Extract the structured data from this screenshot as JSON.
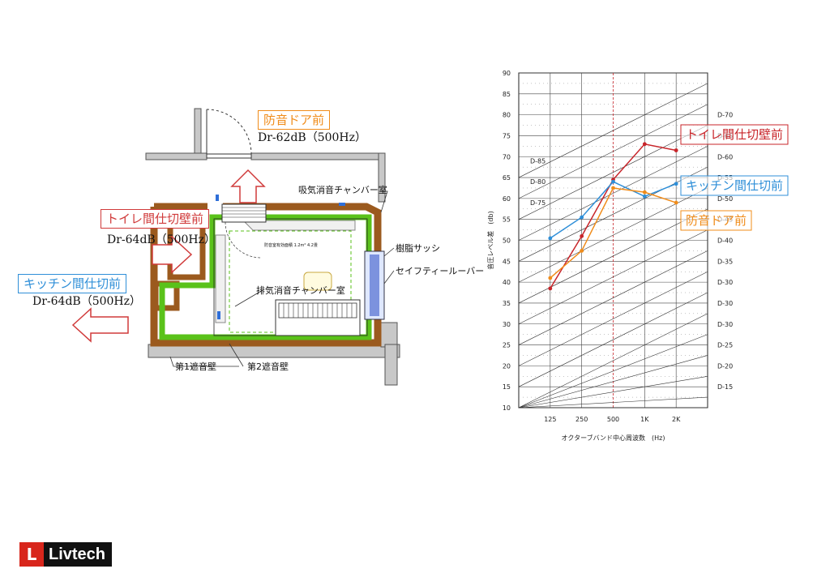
{
  "plan": {
    "labels": {
      "door": "防音ドア前",
      "door_value": "Dr-62dB（500Hz）",
      "toilet": "トイレ間仕切壁前",
      "toilet_value": "Dr-64dB（500Hz）",
      "kitchen": "キッチン間仕切前",
      "kitchen_value": "Dr-64dB（500Hz）",
      "intake_chamber": "吸気消音チャンバー室",
      "exhaust_chamber": "排気消音チャンバー室",
      "resin_sash": "樹脂サッシ",
      "safety_louver": "セイフティールーバー",
      "wall1": "第1遮音壁",
      "wall2": "第2遮音壁",
      "room_note": "防音室有効面積 1.2m² 4.2畳"
    },
    "colors": {
      "door": "#f08c1a",
      "toilet": "#d03a3a",
      "kitchen": "#2f8fd8",
      "wall1": "#9b5a1e",
      "wall2": "#5ac21a"
    }
  },
  "chart_data": {
    "type": "line",
    "categories": [
      "125",
      "250",
      "500",
      "1K",
      "2K"
    ],
    "xlabel": "オクターブバンド中心周波数　(Hz)",
    "ylabel": "音圧レベル差　(db)",
    "ylim": [
      10,
      90
    ],
    "yticks": [
      10,
      15,
      20,
      25,
      30,
      35,
      40,
      45,
      50,
      55,
      60,
      65,
      70,
      75,
      80,
      85,
      90
    ],
    "grid": true,
    "series": [
      {
        "name": "トイレ間仕切壁前",
        "color": "#c8252a",
        "values": [
          38.5,
          51,
          64.5,
          73,
          71.5
        ]
      },
      {
        "name": "キッチン間仕切前",
        "color": "#2f8fd8",
        "values": [
          50.5,
          55.5,
          64,
          60.5,
          63.5
        ]
      },
      {
        "name": "防音ドア前",
        "color": "#f08c1a",
        "values": [
          41,
          47.5,
          62.5,
          61.5,
          59
        ]
      }
    ],
    "d_labels_right": [
      {
        "text": "D-70",
        "y": 80
      },
      {
        "text": "D-65",
        "y": 75
      },
      {
        "text": "D-60",
        "y": 70
      },
      {
        "text": "D-55",
        "y": 65
      },
      {
        "text": "D-50",
        "y": 60
      },
      {
        "text": "D-45",
        "y": 55
      },
      {
        "text": "D-40",
        "y": 50
      },
      {
        "text": "D-35",
        "y": 45
      },
      {
        "text": "D-30",
        "y": 40
      },
      {
        "text": "D-30",
        "y": 35
      },
      {
        "text": "D-30",
        "y": 30
      },
      {
        "text": "D-25",
        "y": 25
      },
      {
        "text": "D-20",
        "y": 20
      },
      {
        "text": "D-15",
        "y": 15
      }
    ],
    "d_labels_left": [
      {
        "text": "D-85",
        "y": 69
      },
      {
        "text": "D-80",
        "y": 64
      },
      {
        "text": "D-75",
        "y": 59
      }
    ]
  },
  "brand": {
    "name": "Livtech",
    "mark": "L"
  }
}
